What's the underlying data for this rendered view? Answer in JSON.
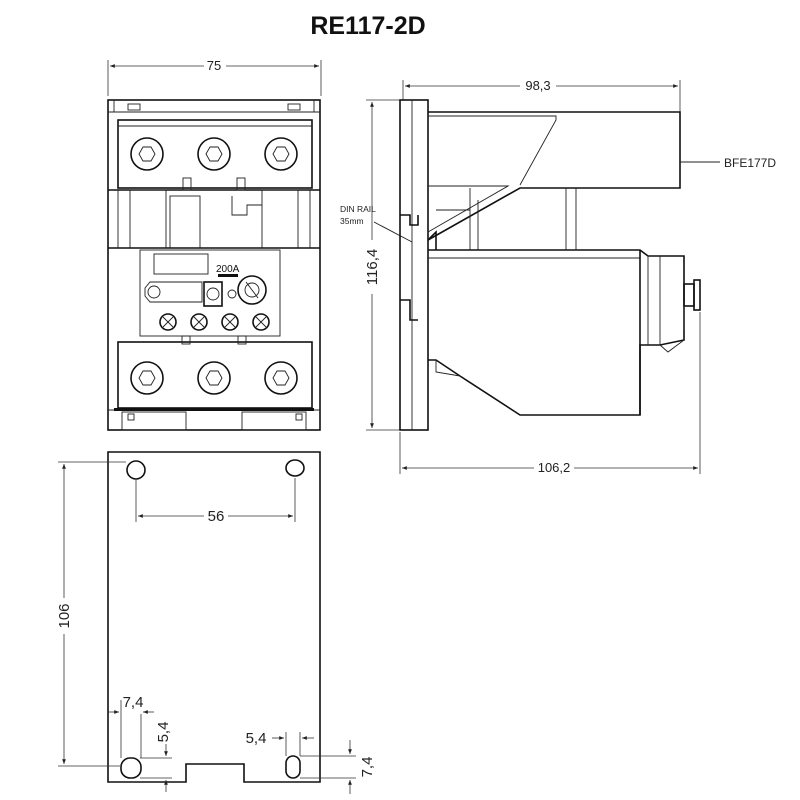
{
  "title": "RE117-2D",
  "dimensions": {
    "front_width": "75",
    "side_depth": "98,3",
    "side_height": "116,4",
    "side_total_depth": "106,2",
    "hole_spacing": "56",
    "base_height": "106",
    "slot_width_left": "7,4",
    "slot_height_left": "5,4",
    "slot_width_right": "5,4",
    "slot_height_right": "7,4"
  },
  "labels": {
    "din_rail_line1": "DIN RAIL",
    "din_rail_line2": "35mm",
    "current_rating": "200A",
    "contactor_ref": "BFE177D"
  }
}
